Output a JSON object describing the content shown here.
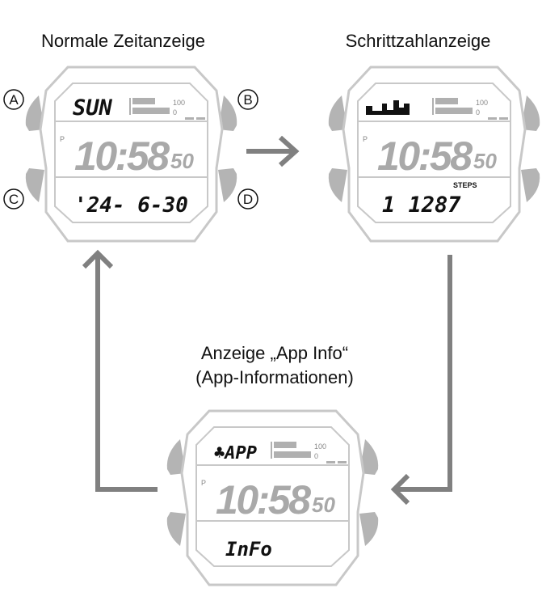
{
  "captions": {
    "normal": "Normale Zeitanzeige",
    "steps": "Schrittzahlanzeige",
    "app_line1": "Anzeige „App Info“",
    "app_line2": "(App-Informationen)"
  },
  "buttons": {
    "a": "A",
    "b": "B",
    "c": "C",
    "d": "D"
  },
  "watches": [
    {
      "top": "SUN",
      "pm": "P",
      "time": "10:58",
      "seconds": "50",
      "bottom": "'24- 6-30",
      "scale_max": "100",
      "scale_min": "0"
    },
    {
      "top_icon": "step-graph-icon",
      "pm": "P",
      "time": "10:58",
      "seconds": "50",
      "steps_label": "STEPS",
      "bottom": "1 1287",
      "scale_max": "100",
      "scale_min": "0"
    },
    {
      "top": "♣APP",
      "pm": "P",
      "time": "10:58",
      "seconds": "50",
      "bottom": "InFo",
      "scale_max": "100",
      "scale_min": "0"
    }
  ],
  "colors": {
    "outline": "#c8c8c8",
    "button": "#b4b4b4",
    "arrow": "#808080",
    "lcd_active": "#111111",
    "lcd_inactive": "#a9a9a9"
  }
}
